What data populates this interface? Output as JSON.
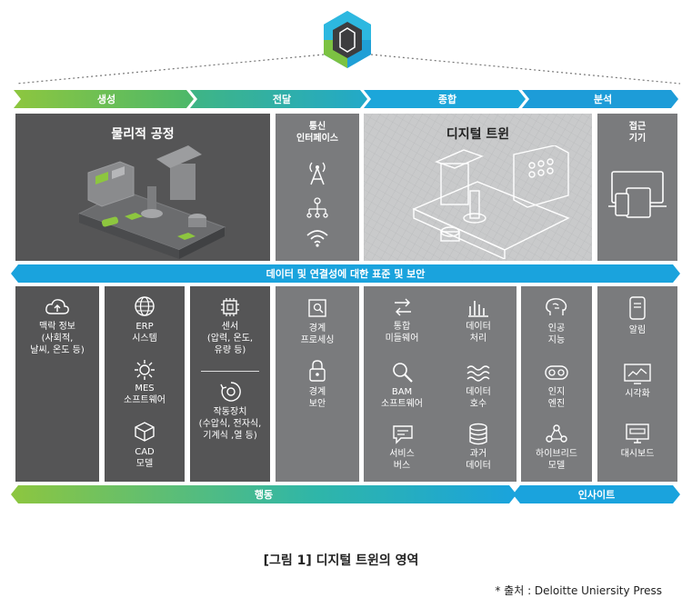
{
  "top_arrows": [
    {
      "label": "생성"
    },
    {
      "label": "전달"
    },
    {
      "label": "종합"
    },
    {
      "label": "분석"
    }
  ],
  "panels": {
    "physical": {
      "title": "물리적 공정"
    },
    "comm": {
      "title": "통신\n인터페이스"
    },
    "twin": {
      "title": "디지털 트윈"
    },
    "access": {
      "title": "접근\n기기"
    }
  },
  "middle_band": {
    "label": "데이터 및 연결성에 대한 표준 및 보안"
  },
  "columns": {
    "context": {
      "items": [
        {
          "label": "맥락 정보\n(사회적,\n날씨, 온도 등)"
        }
      ]
    },
    "systems": {
      "items": [
        {
          "label": "ERP\n시스템"
        },
        {
          "label": "MES\n소프트웨어"
        },
        {
          "label": "CAD\n모델"
        }
      ]
    },
    "sensors": {
      "items": [
        {
          "label": "센서\n(압력, 온도,\n유량 등)"
        },
        {
          "label": "작동장치\n(수압식, 전자식,\n기계식 ,열 등)"
        }
      ]
    },
    "security": {
      "items": [
        {
          "label": "경계\n프로세싱"
        },
        {
          "label": "경계\n보안"
        }
      ]
    },
    "twin_a": {
      "items": [
        {
          "label": "통합\n미들웨어"
        },
        {
          "label": "BAM\n소프트웨어"
        },
        {
          "label": "서비스\n버스"
        }
      ]
    },
    "twin_b": {
      "items": [
        {
          "label": "데이터\n처리"
        },
        {
          "label": "데이터\n호수"
        },
        {
          "label": "과거\n데이터"
        }
      ]
    },
    "ai": {
      "items": [
        {
          "label": "인공\n지능"
        },
        {
          "label": "인지\n엔진"
        },
        {
          "label": "하이브리드\n모델"
        }
      ]
    },
    "access_col": {
      "items": [
        {
          "label": "알림"
        },
        {
          "label": "시각화"
        },
        {
          "label": "대시보드"
        }
      ]
    }
  },
  "bottom_arrows": [
    {
      "label": "행동"
    },
    {
      "label": "인사이트"
    }
  ],
  "caption": "[그림 1] 디지털 트윈의 영역",
  "source": "* 출처 : Deloitte Uniersity Press",
  "colors": {
    "dark": "#555556",
    "mid": "#7a7b7d",
    "light": "#c9cacb",
    "green": "#8dc63f",
    "blue": "#1aa3dd"
  }
}
